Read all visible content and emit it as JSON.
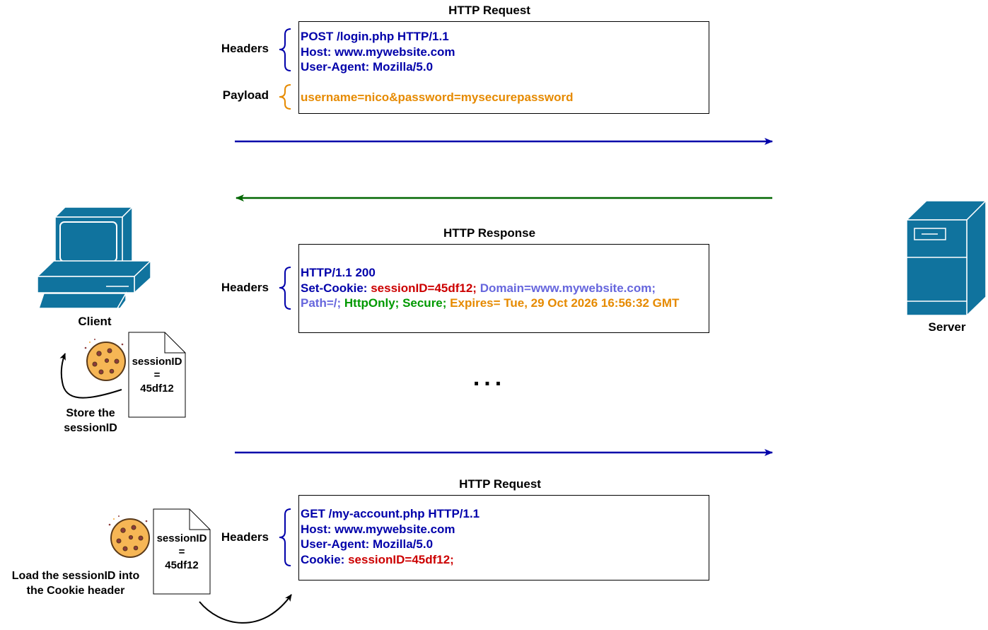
{
  "colors": {
    "navy": "#0000aa",
    "dark_red": "#cc0000",
    "lavender": "#6666dd",
    "green": "#009900",
    "orange": "#e68a00",
    "response_arrow": "#006600",
    "device_blue": "#10739e"
  },
  "client": {
    "label": "Client"
  },
  "server": {
    "label": "Server"
  },
  "request1": {
    "title": "HTTP Request",
    "headers_label": "Headers",
    "payload_label": "Payload",
    "lines": [
      "POST /login.php HTTP/1.1",
      "Host: www.mywebsite.com",
      "User-Agent: Mozilla/5.0"
    ],
    "payload": "username=nico&password=mysecurepassword"
  },
  "response": {
    "title": "HTTP Response",
    "headers_label": "Headers",
    "status": "HTTP/1.1 200",
    "set_cookie_key": "Set-Cookie:",
    "session": "sessionID=45df12;",
    "domain": "Domain=www.mywebsite.com;",
    "path": "Path=/;",
    "httponly": "HttpOnly;",
    "secure": "Secure;",
    "expires": "Expires= Tue, 29 Oct 2026 16:56:32 GMT"
  },
  "ellipsis": "...",
  "store": {
    "doc_lines": [
      "sessionID",
      "=",
      "45df12"
    ],
    "caption_lines": [
      "Store the",
      "sessionID"
    ]
  },
  "load": {
    "doc_lines": [
      "sessionID",
      "=",
      "45df12"
    ],
    "caption_lines": [
      "Load the sessionID into",
      "the Cookie header"
    ]
  },
  "request2": {
    "title": "HTTP Request",
    "headers_label": "Headers",
    "lines": [
      "GET /my-account.php HTTP/1.1",
      "Host: www.mywebsite.com",
      "User-Agent: Mozilla/5.0"
    ],
    "cookie_key": "Cookie:",
    "cookie_value": "sessionID=45df12;"
  }
}
